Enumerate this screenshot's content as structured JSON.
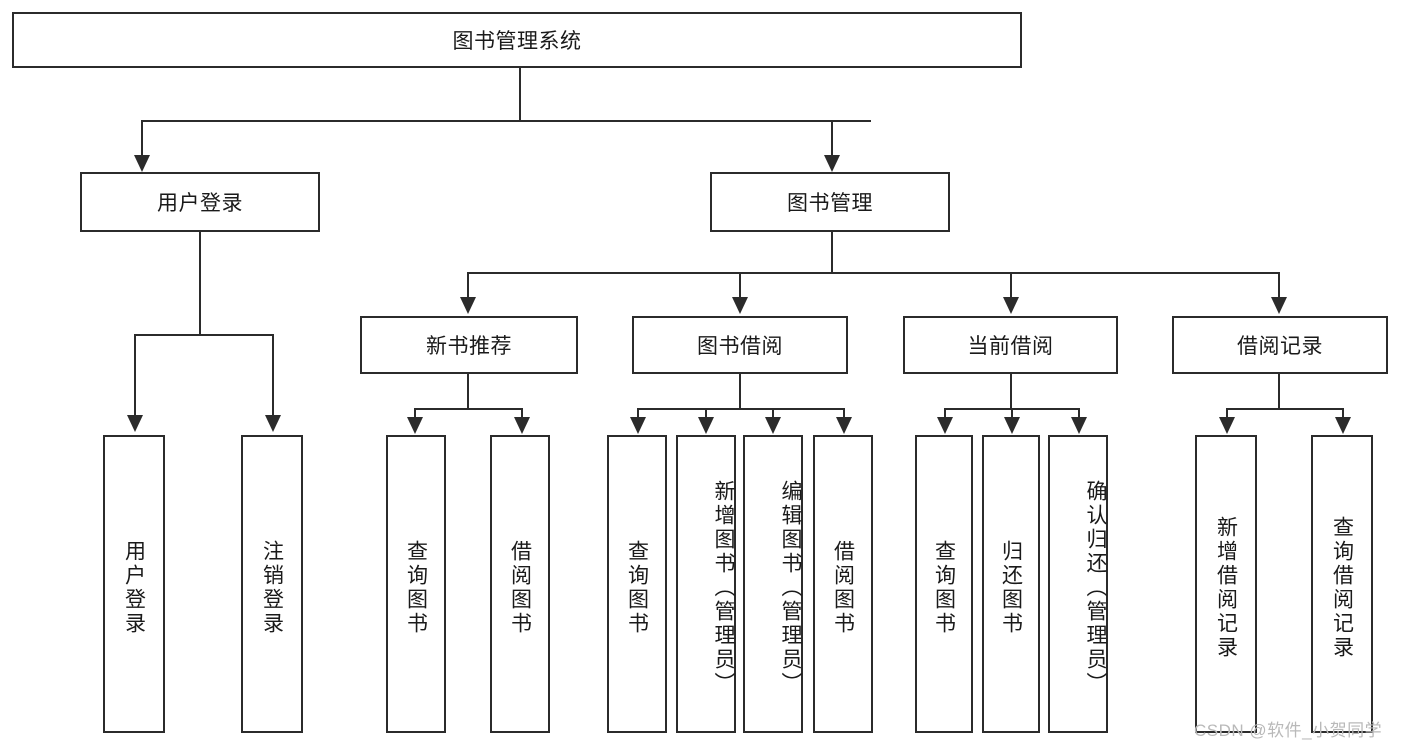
{
  "diagram": {
    "title": "图书管理系统",
    "type": "tree",
    "root": {
      "label": "图书管理系统",
      "orientation": "horizontal"
    },
    "level2": [
      {
        "label": "用户登录",
        "orientation": "horizontal"
      },
      {
        "label": "图书管理",
        "orientation": "horizontal"
      }
    ],
    "level3": [
      {
        "label": "新书推荐",
        "orientation": "horizontal"
      },
      {
        "label": "图书借阅",
        "orientation": "horizontal"
      },
      {
        "label": "当前借阅",
        "orientation": "horizontal"
      },
      {
        "label": "借阅记录",
        "orientation": "horizontal"
      }
    ],
    "leaves": {
      "user_login": [
        {
          "label": "用户登录",
          "orientation": "vertical"
        },
        {
          "label": "注销登录",
          "orientation": "vertical"
        }
      ],
      "new_book_recommend": [
        {
          "label": "查询图书",
          "orientation": "vertical"
        },
        {
          "label": "借阅图书",
          "orientation": "vertical"
        }
      ],
      "book_borrow": [
        {
          "label": "查询图书",
          "orientation": "vertical"
        },
        {
          "label": "新增图书（管理员）",
          "orientation": "vertical"
        },
        {
          "label": "编辑图书（管理员）",
          "orientation": "vertical"
        },
        {
          "label": "借阅图书",
          "orientation": "vertical"
        }
      ],
      "current_borrow": [
        {
          "label": "查询图书",
          "orientation": "vertical"
        },
        {
          "label": "归还图书",
          "orientation": "vertical"
        },
        {
          "label": "确认归还（管理员）",
          "orientation": "vertical"
        }
      ],
      "borrow_record": [
        {
          "label": "新增借阅记录",
          "orientation": "vertical"
        },
        {
          "label": "查询借阅记录",
          "orientation": "vertical"
        }
      ]
    },
    "watermark": "CSDN @软件_小贺同学",
    "colors": {
      "stroke": "#2b2b2b",
      "fill": "#ffffff",
      "text": "#1a1a1a",
      "watermark": "#b9b9b9"
    }
  }
}
